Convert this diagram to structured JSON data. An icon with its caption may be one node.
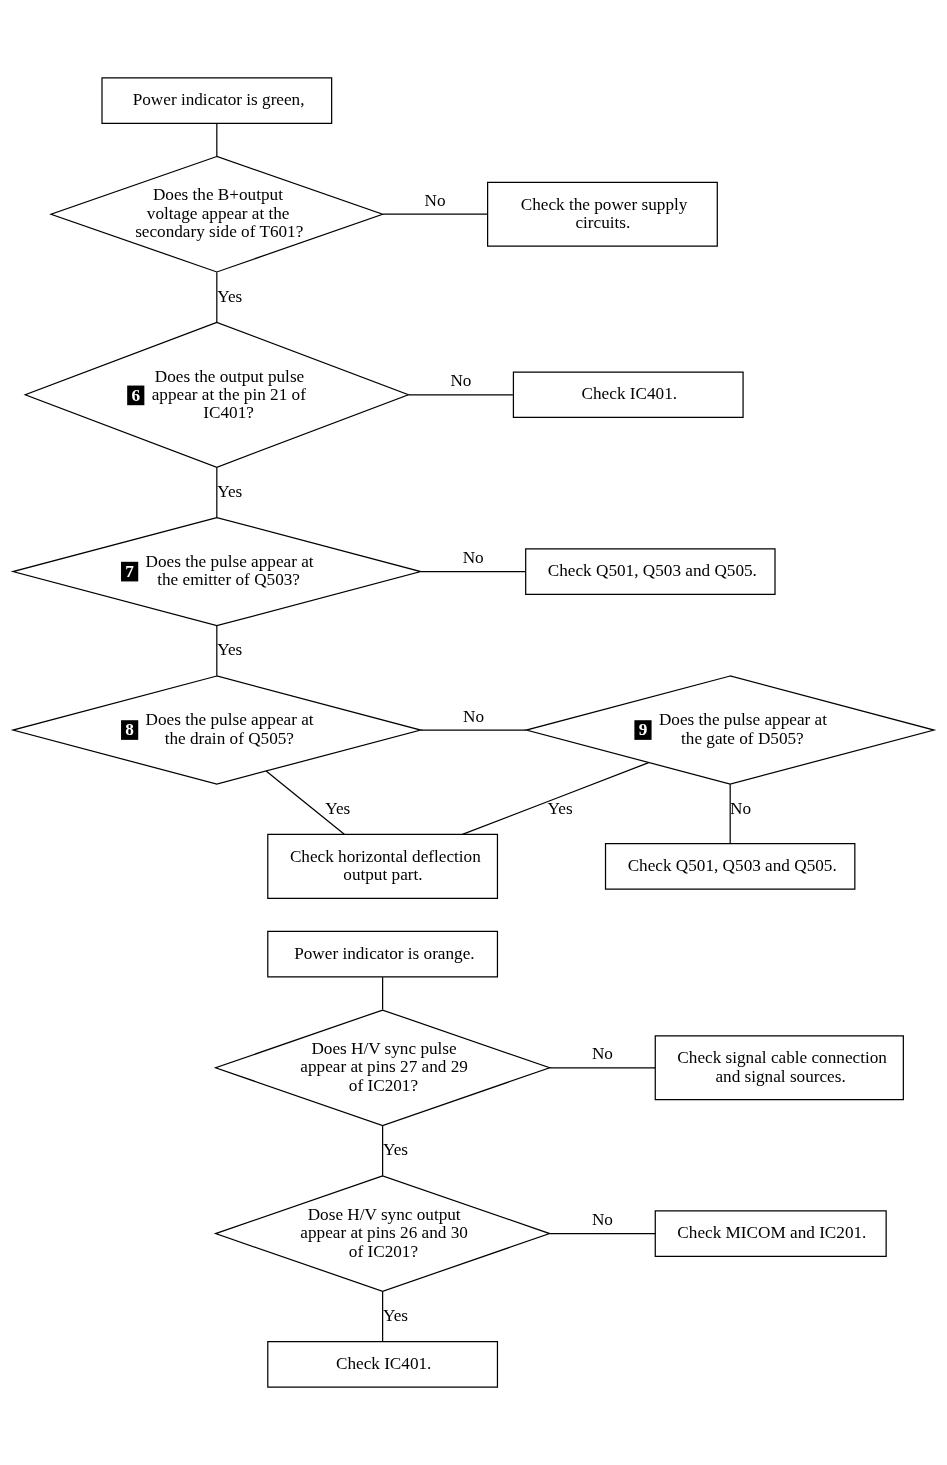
{
  "diagram": {
    "nodes": [
      {
        "text": [
          "Power indicator is green,"
        ]
      },
      {
        "text": [
          "Does the B+output voltage appear at the secondary side of T601?"
        ]
      },
      {
        "text": [
          "Check the power supply circuits."
        ]
      },
      {
        "text": [
          "6",
          "Does the output pulse appear at the pin 21 of IC401?"
        ]
      },
      {
        "text": [
          "Check IC401."
        ]
      },
      {
        "text": [
          "7",
          "Does the pulse appear at the emitter of Q503?"
        ]
      },
      {
        "text": [
          "Check Q501, Q503 and Q505."
        ]
      },
      {
        "text": [
          "8",
          "Does the pulse appear at the drain of Q505?"
        ]
      },
      {
        "text": [
          "9",
          "Does the pulse appear at the gate of D505?"
        ]
      },
      {
        "text": [
          "Check horizontal deflection output part."
        ]
      },
      {
        "text": [
          "Check Q501, Q503 and Q505."
        ]
      },
      {
        "text": [
          "Power indicator is orange."
        ]
      },
      {
        "text": [
          "Does H/V sync pulse appear at pins 27 and 29 of IC201?"
        ]
      },
      {
        "text": [
          "Check signal cable connection and signal sources."
        ]
      },
      {
        "text": [
          "Dose H/V sync output appear at pins 26 and 30 of IC201?"
        ]
      },
      {
        "text": [
          "Check MICOM and IC201."
        ]
      },
      {
        "text": [
          "Check IC401."
        ]
      }
    ],
    "edges": [
      {
        "from": 0,
        "to": 1,
        "arrow": "none"
      },
      {
        "from": 1,
        "to": 2,
        "arrow": "none",
        "label": "No"
      },
      {
        "from": 1,
        "to": 3,
        "arrow": "none",
        "label": "Yes"
      },
      {
        "from": 3,
        "to": 4,
        "arrow": "none",
        "label": "No"
      },
      {
        "from": 3,
        "to": 5,
        "arrow": "none",
        "label": "Yes"
      },
      {
        "from": 5,
        "to": 6,
        "arrow": "none",
        "label": "No"
      },
      {
        "from": 5,
        "to": 7,
        "arrow": "none",
        "label": "Yes"
      },
      {
        "from": 7,
        "to": 8,
        "arrow": "none",
        "label": "No"
      },
      {
        "from": 7,
        "to": 9,
        "arrow": "none",
        "label": "Yes"
      },
      {
        "from": 8,
        "to": 9,
        "arrow": "none",
        "label": "Yes"
      },
      {
        "from": 8,
        "to": 10,
        "arrow": "none",
        "label": "No"
      },
      {
        "from": 11,
        "to": 12,
        "arrow": "none"
      },
      {
        "from": 12,
        "to": 13,
        "arrow": "none",
        "label": "No"
      },
      {
        "from": 12,
        "to": 14,
        "arrow": "none",
        "label": "Yes"
      },
      {
        "from": 14,
        "to": 15,
        "arrow": "none",
        "label": "No"
      },
      {
        "from": 14,
        "to": 16,
        "arrow": "none",
        "label": "Yes"
      }
    ]
  }
}
